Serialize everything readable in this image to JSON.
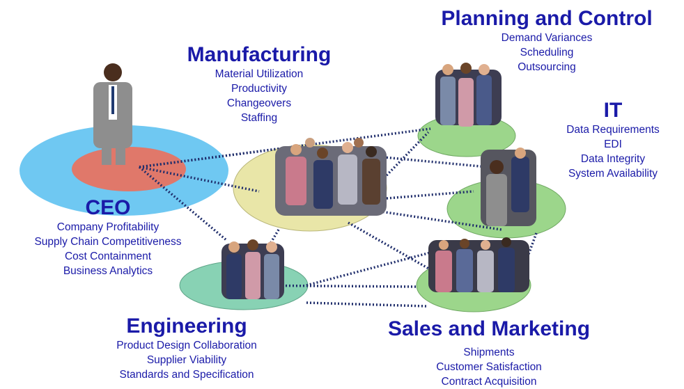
{
  "colors": {
    "title_text": "#1a1aa8",
    "connector": "#1f2d6b",
    "ceo_outer": "#6fc8f2",
    "ceo_inner": "#e0786a",
    "center_disc": "#e9e6a8",
    "dept_disc": "#9cd68b",
    "eng_disc": "#88d2b4"
  },
  "groups": {
    "ceo": {
      "title": "CEO",
      "items": [
        "Company Profitability",
        "Supply Chain Competitiveness",
        "Cost Containment",
        "Business Analytics"
      ]
    },
    "manufacturing": {
      "title": "Manufacturing",
      "items": [
        "Material Utilization",
        "Productivity",
        "Changeovers",
        "Staffing"
      ]
    },
    "planning": {
      "title": "Planning and Control",
      "items": [
        "Demand Variances",
        "Scheduling",
        "Outsourcing"
      ]
    },
    "it": {
      "title": "IT",
      "items": [
        "Data Requirements",
        "EDI",
        "Data Integrity",
        "System Availability"
      ]
    },
    "engineering": {
      "title": "Engineering",
      "items": [
        "Product Design Collaboration",
        "Supplier Viability",
        "Standards and Specification"
      ]
    },
    "sales": {
      "title": "Sales and Marketing",
      "items": [
        "Shipments",
        "Customer Satisfaction",
        "Contract Acquisition"
      ]
    }
  }
}
